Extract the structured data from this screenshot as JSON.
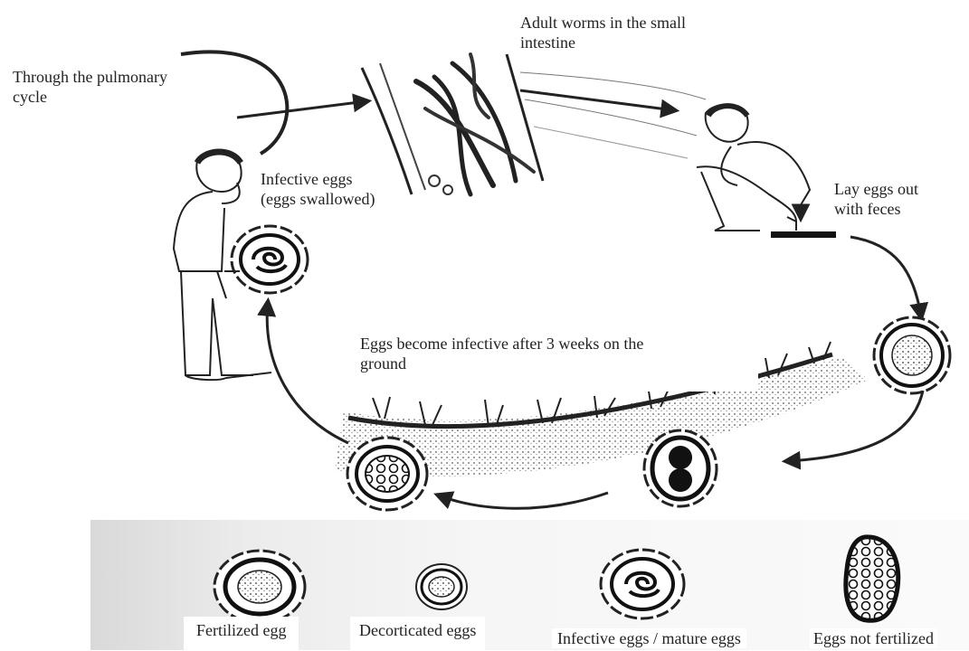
{
  "labels": {
    "pulmonary": [
      "Through the pulmonary",
      "cycle"
    ],
    "adult_worms": [
      "Adult worms in the small",
      "intestine"
    ],
    "infective_swallowed": [
      "Infective eggs",
      "(eggs swallowed)"
    ],
    "lay_eggs": [
      "Lay eggs out",
      "with feces"
    ],
    "become_infective": [
      "Eggs become infective after 3 weeks on the",
      "ground"
    ]
  },
  "legend": [
    {
      "key": "fertilized",
      "label": "Fertilized egg"
    },
    {
      "key": "decorticated",
      "label": "Decorticated eggs"
    },
    {
      "key": "infective",
      "label": "Infective eggs / mature eggs"
    },
    {
      "key": "not_fertilized",
      "label": "Eggs not fertilized"
    }
  ],
  "colors": {
    "ink": "#222222",
    "soil": "#333333",
    "shade": "#e6e6e6"
  },
  "icons": [
    "person-standing-icon",
    "person-squatting-icon",
    "intestine-worms-icon",
    "egg-icon",
    "grass-icon"
  ]
}
